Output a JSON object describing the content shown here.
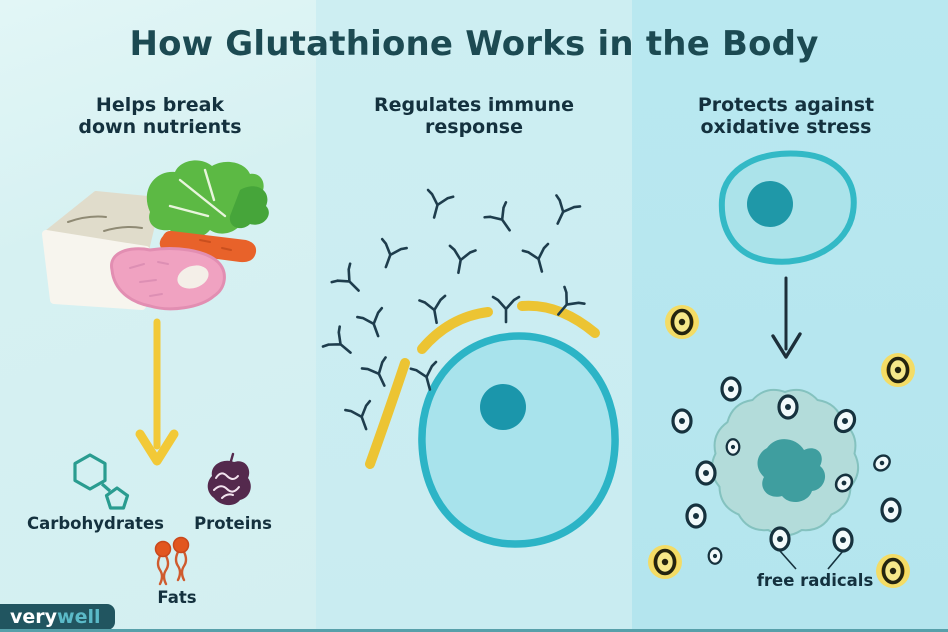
{
  "title": "How Glutathione Works in the Body",
  "panels": {
    "nutrients": {
      "heading_line1": "Helps break",
      "heading_line2": "down nutrients",
      "label_carbohydrates": "Carbohydrates",
      "label_proteins": "Proteins",
      "label_fats": "Fats",
      "icons": [
        "bread-loaf-icon",
        "leafy-greens-icon",
        "carrot-icon",
        "meat-slice-icon",
        "yellow-down-arrow-icon",
        "carbohydrate-molecule-icon",
        "protein-molecule-icon",
        "fat-lipid-icon"
      ]
    },
    "immune": {
      "heading_line1": "Regulates immune",
      "heading_line2": "response",
      "icons": [
        "antibody-icon",
        "glutathione-shield-arc-icon",
        "cell-icon"
      ]
    },
    "oxidative": {
      "heading_line1": "Protects against",
      "heading_line2": "oxidative stress",
      "label_free_radicals": "free radicals",
      "icons": [
        "healthy-cell-icon",
        "black-down-arrow-icon",
        "damaged-cell-icon",
        "free-radical-icon",
        "neutralized-free-radical-icon"
      ]
    }
  },
  "logo": {
    "text_primary": "very",
    "text_secondary": "well"
  },
  "colors": {
    "panel_left_bg": "#d6f1f2",
    "panel_middle_bg": "#cbedf1",
    "panel_right_bg": "#b7e7f0",
    "title_text": "#1c4a52",
    "heading_text": "#14313e",
    "accent_yellow": "#f2c937",
    "cell_border_teal": "#2eb5c7",
    "cell_fill": "#a8e3ec",
    "nucleus_teal": "#1b96ab",
    "antibody_dark": "#1e3d4d",
    "free_radical_dark": "#16323e",
    "damaged_cell_fill": "#b3dcda",
    "damaged_nucleus": "#3f9e9f",
    "carb_teal": "#2a9c90",
    "protein_purple": "#54294d",
    "fat_orange": "#e2561f",
    "carrot_orange": "#e8622a",
    "lettuce_green": "#5cb944",
    "meat_pink": "#f0a2c1",
    "logo_bg": "#215560",
    "logo_secondary": "#5bbac8"
  }
}
